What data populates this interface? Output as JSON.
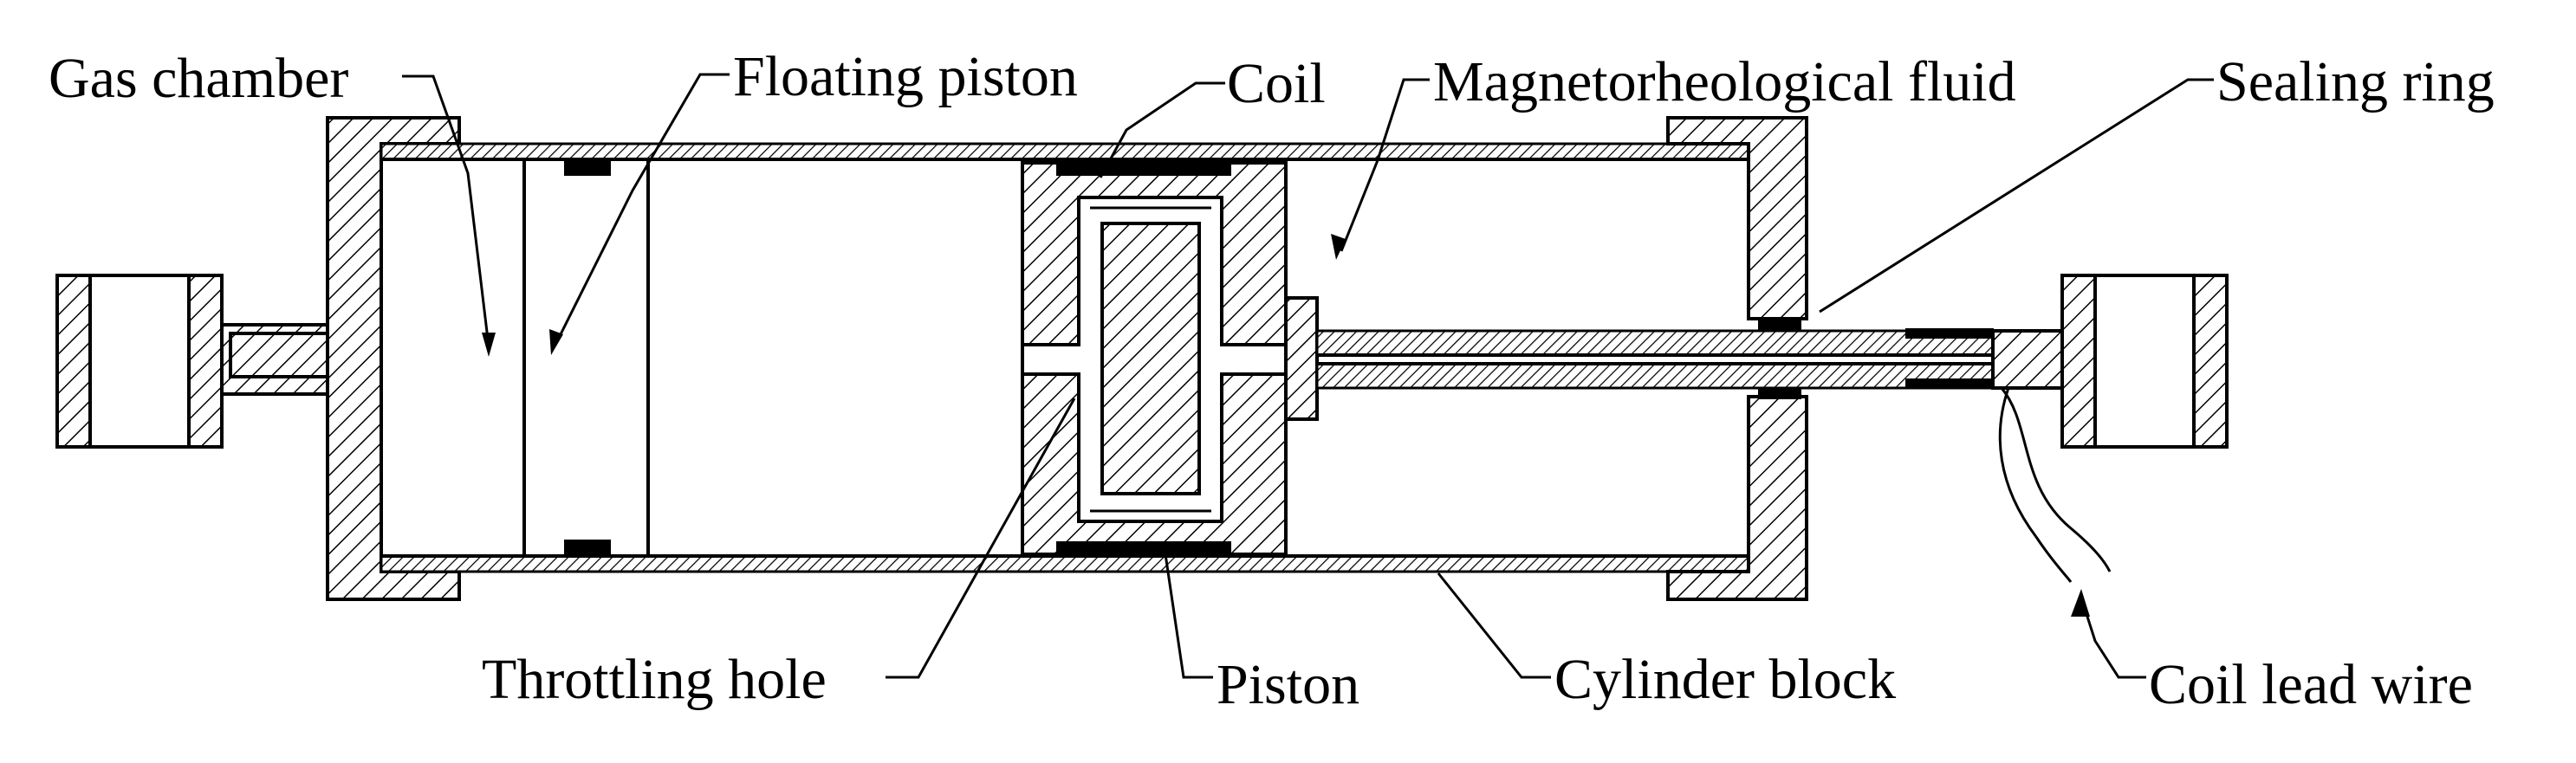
{
  "diagram": {
    "labels": {
      "gas_chamber": "Gas chamber",
      "floating_piston": "Floating piston",
      "coil": "Coil",
      "mr_fluid": "Magnetorheological fluid",
      "sealing_ring": "Sealing ring",
      "throttling_hole": "Throttling hole",
      "piston": "Piston",
      "cylinder_block": "Cylinder block",
      "coil_lead_wire": "Coil lead wire"
    }
  }
}
